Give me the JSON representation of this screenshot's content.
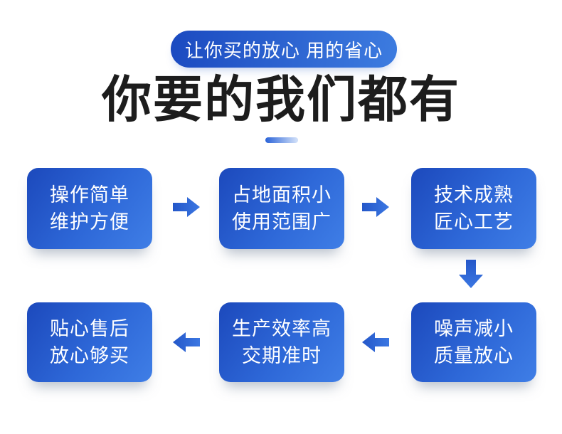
{
  "badge": {
    "label": "让你买的放心 用的省心"
  },
  "title": {
    "text": "你要的我们都有"
  },
  "flow": {
    "boxes": [
      {
        "line1": "操作简单",
        "line2": "维护方便"
      },
      {
        "line1": "占地面积小",
        "line2": "使用范围广"
      },
      {
        "line1": "技术成熟",
        "line2": "匠心工艺"
      },
      {
        "line1": "噪声减小",
        "line2": "质量放心"
      },
      {
        "line1": "生产效率高",
        "line2": "交期准时"
      },
      {
        "line1": "贴心售后",
        "line2": "放心够买"
      }
    ],
    "icons": {
      "step_1_to_2": "arrow-right-icon",
      "step_2_to_3": "arrow-right-icon",
      "step_3_to_4": "arrow-down-icon",
      "step_4_to_5": "arrow-left-icon",
      "step_5_to_6": "arrow-left-icon"
    }
  },
  "colors": {
    "bg": "#ffffff",
    "title-color": "#1d1d1d",
    "badge-grad-a": "#1b4ac0",
    "badge-grad-b": "#3d7ce0",
    "box-grad-a": "#1c49bc",
    "box-grad-b": "#3f7ee6",
    "arrow-a": "#2457c9",
    "arrow-b": "#3b77e2",
    "divider-a": "#2a63d8",
    "divider-b": "#cdddf8"
  }
}
